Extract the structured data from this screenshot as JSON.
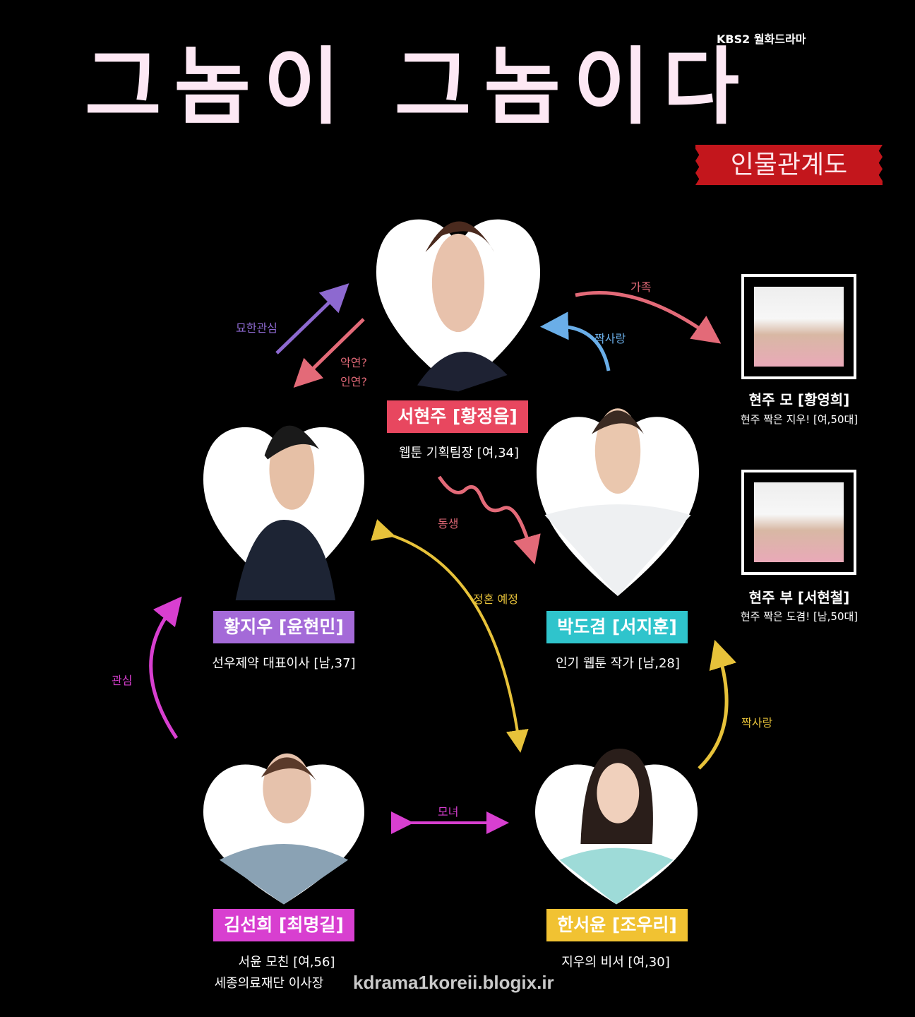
{
  "header": {
    "title": "그놈이 그놈이다",
    "network": "KBS2 월화드라마",
    "ribbon": "인물관계도"
  },
  "characters": [
    {
      "id": "seo-hyunju",
      "name": "서현주 [황정음]",
      "desc": "웹툰 기획팀장 [여,34]",
      "color": "#e8475f"
    },
    {
      "id": "hwang-jiwoo",
      "name": "황지우 [윤현민]",
      "desc": "선우제약 대표이사 [남,37]",
      "color": "#a46ad8"
    },
    {
      "id": "park-dogyeom",
      "name": "박도겸 [서지훈]",
      "desc": "인기 웹툰 작가 [남,28]",
      "color": "#2fc4cc"
    },
    {
      "id": "kim-sunhee",
      "name": "김선희 [최명길]",
      "desc": "서윤 모친 [여,56]",
      "desc2": "세종의료재단 이사장",
      "color": "#d83fd0"
    },
    {
      "id": "han-seoyun",
      "name": "한서윤 [조우리]",
      "desc": "지우의 비서 [여,30]",
      "color": "#f1c232"
    }
  ],
  "family": [
    {
      "name": "현주 모 [황영희]",
      "desc": "현주 짝은 지우! [여,50대]"
    },
    {
      "name": "현주 부 [서현철]",
      "desc": "현주 짝은 도겸! [남,50대]"
    }
  ],
  "relations": {
    "family": "가족",
    "crush1": "짝사랑",
    "curious": "묘한관심",
    "fate1": "악연?",
    "fate2": "인연?",
    "sibling": "동생",
    "engaged": "정혼 예정",
    "interest": "관심",
    "crush2": "짝사랑",
    "motherdaughter": "모녀"
  },
  "watermark": "kdrama1koreii.blogix.ir"
}
